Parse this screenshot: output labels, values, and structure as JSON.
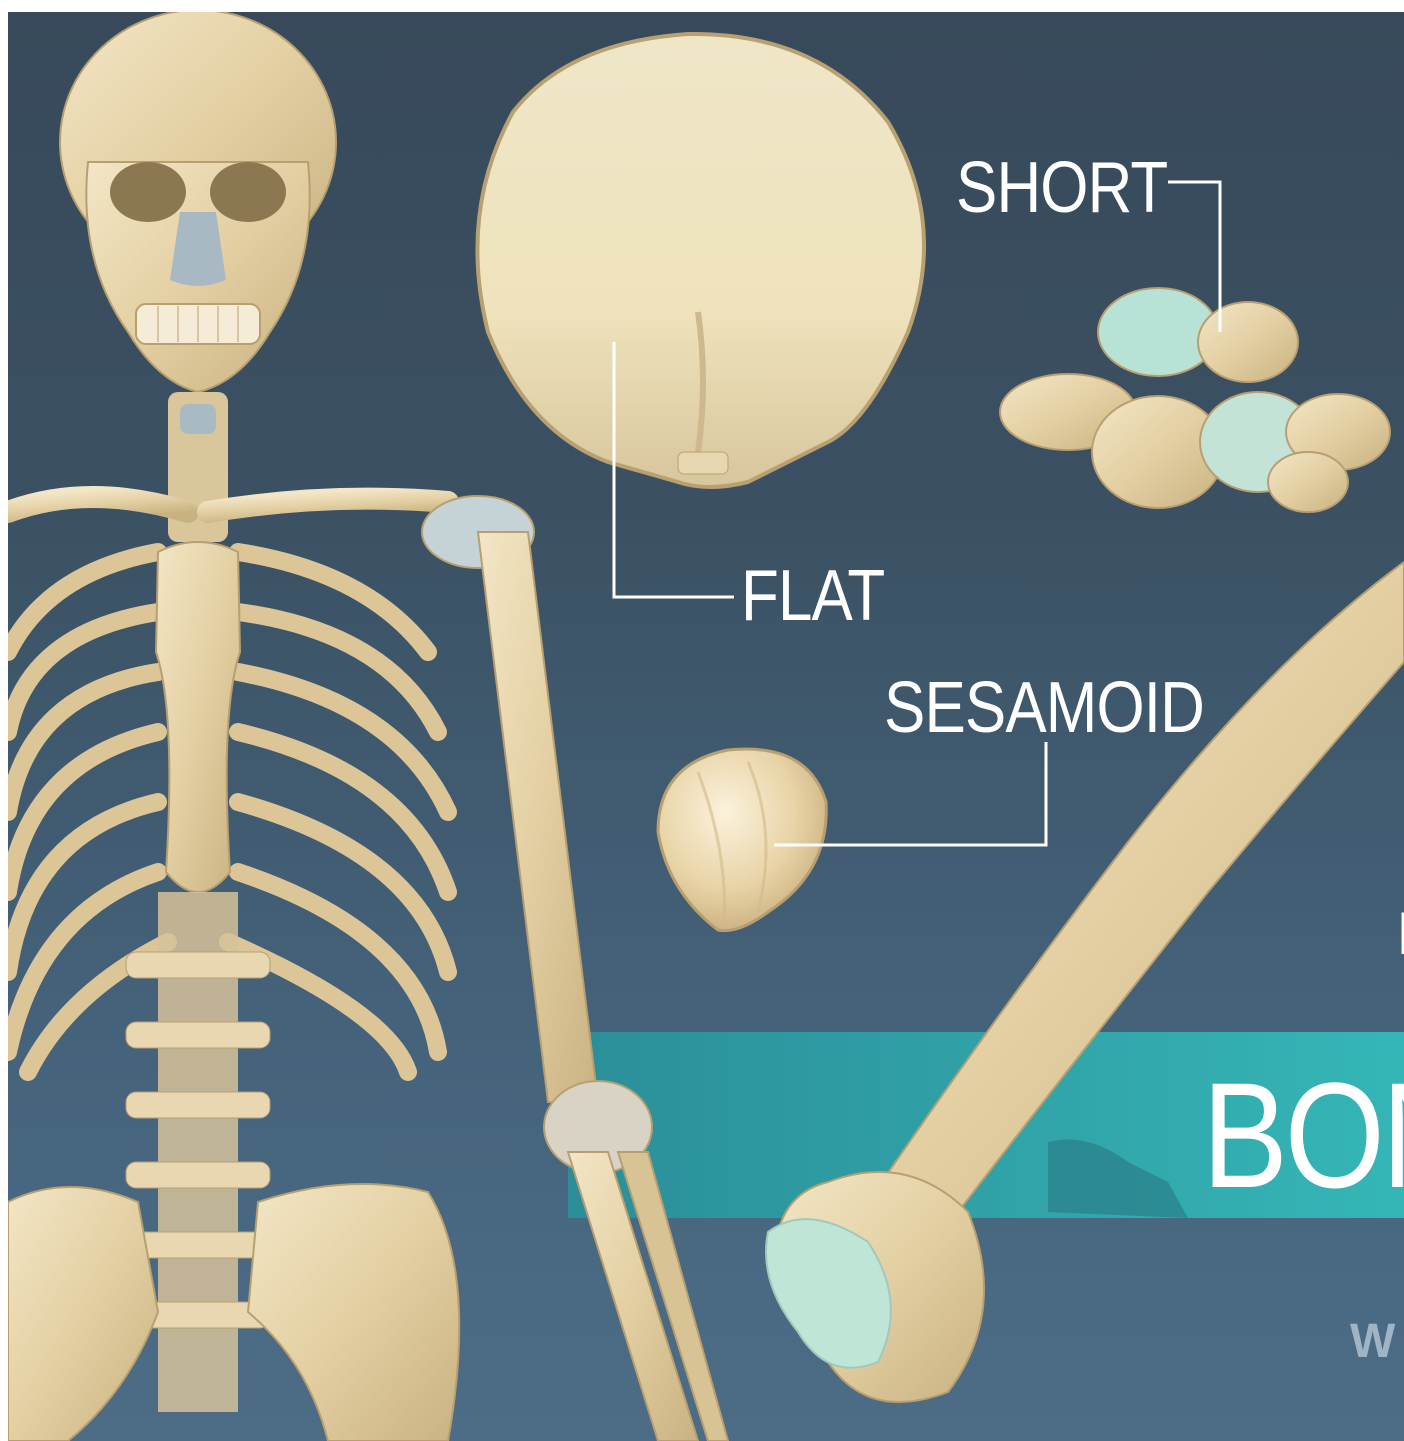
{
  "labels": {
    "short": "SHORT",
    "flat": "FLAT",
    "sesamoid": "SESAMOID",
    "banner": "BON",
    "subtitle_partial": "W",
    "edge_partial": "I"
  },
  "colors": {
    "background_top": "#37495a",
    "background_bottom": "#4d6d87",
    "banner": "#2fa6a8",
    "bone": "#e6d3a8",
    "cartilage": "#b9e2d6",
    "label_text": "#ffffff"
  }
}
